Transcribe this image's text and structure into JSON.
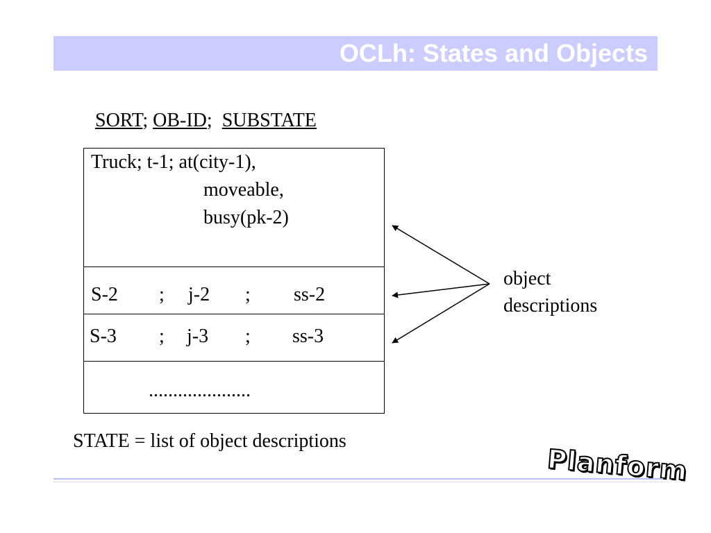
{
  "slide": {
    "title": "OCLh: States and Objects",
    "header": {
      "sort": "SORT",
      "sep1": ";",
      "obid": "OB-ID",
      "sep2": ";",
      "substate": "SUBSTATE"
    },
    "state_box": {
      "truck": {
        "line1": "Truck; t-1; at(city-1),",
        "line2": "moveable,",
        "line3": "busy(pk-2)"
      },
      "row_s2": {
        "sort": "S-2",
        "sep1": ";",
        "id": "j-2",
        "sep2": ";",
        "substate": "ss-2"
      },
      "row_s3": {
        "sort": "S-3",
        "sep1": ";",
        "id": "j-3",
        "sep2": ";",
        "substate": "ss-3"
      },
      "ellipsis": "....................."
    },
    "annotation": {
      "line1": "object",
      "line2": "descriptions"
    },
    "footer": "STATE = list of object descriptions",
    "logo": "Planform",
    "colors": {
      "title_bar": "#ccccff",
      "title_text": "#ffffff",
      "rule": "#b8c0f0"
    }
  }
}
